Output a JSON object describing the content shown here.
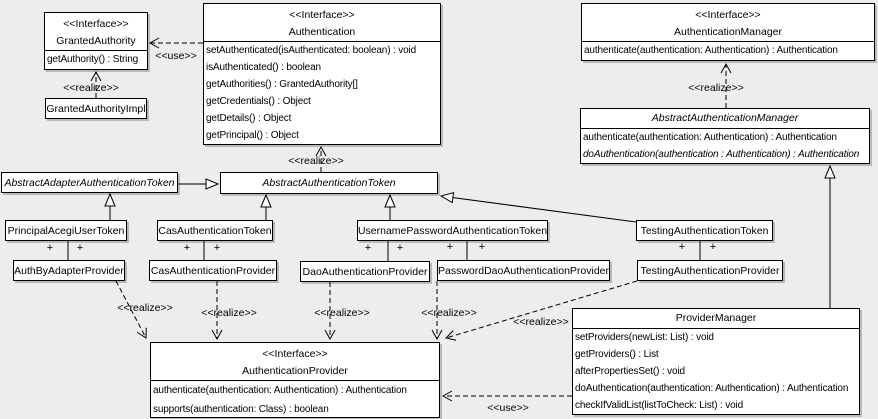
{
  "labels": {
    "use": "<<use>>",
    "realize": "<<realize>>",
    "plus": "+"
  },
  "classes": {
    "granted_authority": {
      "stereotype": "<<Interface>>",
      "name": "GrantedAuthority",
      "methods": [
        "getAuthority() : String"
      ]
    },
    "authentication": {
      "stereotype": "<<Interface>>",
      "name": "Authentication",
      "methods": [
        "setAuthenticated(isAuthenticated: boolean) : void",
        "isAuthenticated() : boolean",
        "getAuthorities() : GrantedAuthority[]",
        "getCredentials() : Object",
        "getDetails() : Object",
        "getPrincipal() : Object"
      ]
    },
    "authentication_manager": {
      "stereotype": "<<Interface>>",
      "name": "AuthenticationManager",
      "methods": [
        "authenticate(authentication: Authentication) : Authentication"
      ]
    },
    "abstract_authentication_manager": {
      "name": "AbstractAuthenticationManager",
      "methods": [
        "authenticate(authentication: Authentication) : Authentication",
        "doAuthentication(authentication : Authentication) : Authentication"
      ]
    },
    "granted_authority_impl": {
      "name": "GrantedAuthorityImpl"
    },
    "abstract_adapter_authentication_token": {
      "name": "AbstractAdapterAuthenticationToken"
    },
    "abstract_authentication_token": {
      "name": "AbstractAuthenticationToken"
    },
    "principal_acegi_user_token": {
      "name": "PrincipalAcegiUserToken"
    },
    "cas_authentication_token": {
      "name": "CasAuthenticationToken"
    },
    "username_password_authentication_token": {
      "name": "UsernamePasswordAuthenticationToken"
    },
    "testing_authentication_token": {
      "name": "TestingAuthenticationToken"
    },
    "auth_by_adapter_provider": {
      "name": "AuthByAdapterProvider"
    },
    "cas_authentication_provider": {
      "name": "CasAuthenticationProvider"
    },
    "dao_authentication_provider": {
      "name": "DaoAuthenticationProvider"
    },
    "password_dao_authentication_provider": {
      "name": "PasswordDaoAuthenticationProvider"
    },
    "testing_authentication_provider": {
      "name": "TestingAuthenticationProvider"
    },
    "authentication_provider": {
      "stereotype": "<<Interface>>",
      "name": "AuthenticationProvider",
      "methods": [
        "authenticate(authentication: Authentication) : Authentication",
        "supports(authentication: Class) : boolean"
      ]
    },
    "provider_manager": {
      "name": "ProviderManager",
      "methods": [
        "setProviders(newList: List) : void",
        "getProviders() : List",
        "afterPropertiesSet() : void",
        "doAuthentication(authentication: Authentication) : Authentication",
        "checkIfValidList(listToCheck: List) : void"
      ]
    }
  },
  "relationships": [
    {
      "from": "Authentication",
      "to": "GrantedAuthority",
      "type": "use"
    },
    {
      "from": "GrantedAuthorityImpl",
      "to": "GrantedAuthority",
      "type": "realize"
    },
    {
      "from": "AbstractAuthenticationToken",
      "to": "Authentication",
      "type": "realize"
    },
    {
      "from": "AbstractAuthenticationManager",
      "to": "AuthenticationManager",
      "type": "realize"
    },
    {
      "from": "AbstractAdapterAuthenticationToken",
      "to": "AbstractAuthenticationToken",
      "type": "generalization"
    },
    {
      "from": "PrincipalAcegiUserToken",
      "to": "AbstractAdapterAuthenticationToken",
      "type": "generalization"
    },
    {
      "from": "CasAuthenticationToken",
      "to": "AbstractAuthenticationToken",
      "type": "generalization"
    },
    {
      "from": "UsernamePasswordAuthenticationToken",
      "to": "AbstractAuthenticationToken",
      "type": "generalization"
    },
    {
      "from": "TestingAuthenticationToken",
      "to": "AbstractAuthenticationToken",
      "type": "generalization"
    },
    {
      "from": "ProviderManager",
      "to": "AbstractAuthenticationManager",
      "type": "generalization"
    },
    {
      "from": "PrincipalAcegiUserToken",
      "to": "AuthByAdapterProvider",
      "type": "association"
    },
    {
      "from": "CasAuthenticationToken",
      "to": "CasAuthenticationProvider",
      "type": "association"
    },
    {
      "from": "UsernamePasswordAuthenticationToken",
      "to": "DaoAuthenticationProvider",
      "type": "association"
    },
    {
      "from": "UsernamePasswordAuthenticationToken",
      "to": "PasswordDaoAuthenticationProvider",
      "type": "association"
    },
    {
      "from": "TestingAuthenticationToken",
      "to": "TestingAuthenticationProvider",
      "type": "association"
    },
    {
      "from": "AuthByAdapterProvider",
      "to": "AuthenticationProvider",
      "type": "realize"
    },
    {
      "from": "CasAuthenticationProvider",
      "to": "AuthenticationProvider",
      "type": "realize"
    },
    {
      "from": "DaoAuthenticationProvider",
      "to": "AuthenticationProvider",
      "type": "realize"
    },
    {
      "from": "PasswordDaoAuthenticationProvider",
      "to": "AuthenticationProvider",
      "type": "realize"
    },
    {
      "from": "TestingAuthenticationProvider",
      "to": "AuthenticationProvider",
      "type": "realize"
    },
    {
      "from": "ProviderManager",
      "to": "AuthenticationProvider",
      "type": "use"
    }
  ],
  "colors": {
    "background": "#ededed",
    "box_fill": "#ffffff",
    "box_border": "#000000",
    "line": "#000000",
    "shadow": "#b9b9b9"
  }
}
